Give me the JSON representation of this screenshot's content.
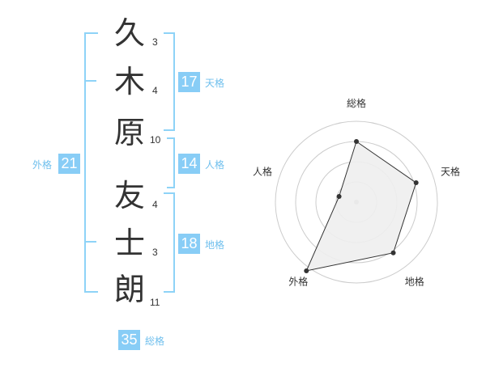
{
  "name": {
    "characters": [
      {
        "char": "久",
        "strokes": "3"
      },
      {
        "char": "木",
        "strokes": "4"
      },
      {
        "char": "原",
        "strokes": "10"
      },
      {
        "char": "友",
        "strokes": "4"
      },
      {
        "char": "士",
        "strokes": "3"
      },
      {
        "char": "朗",
        "strokes": "11"
      }
    ]
  },
  "fortunes": {
    "tenkaku": {
      "value": "17",
      "label": "天格"
    },
    "jinkaku": {
      "value": "14",
      "label": "人格"
    },
    "chikaku": {
      "value": "18",
      "label": "地格"
    },
    "gaikaku": {
      "value": "21",
      "label": "外格"
    },
    "soukaku": {
      "value": "35",
      "label": "総格"
    }
  },
  "colors": {
    "accent": "#88cdf6",
    "bracket": "#8ed3f7",
    "label": "#6fbfed",
    "text": "#333333"
  },
  "chart_data": {
    "type": "radar",
    "axes": [
      "総格",
      "天格",
      "地格",
      "外格",
      "人格"
    ],
    "rings": 4,
    "max": 4,
    "values": [
      3.0,
      3.1,
      3.1,
      4.2,
      0.9
    ]
  }
}
